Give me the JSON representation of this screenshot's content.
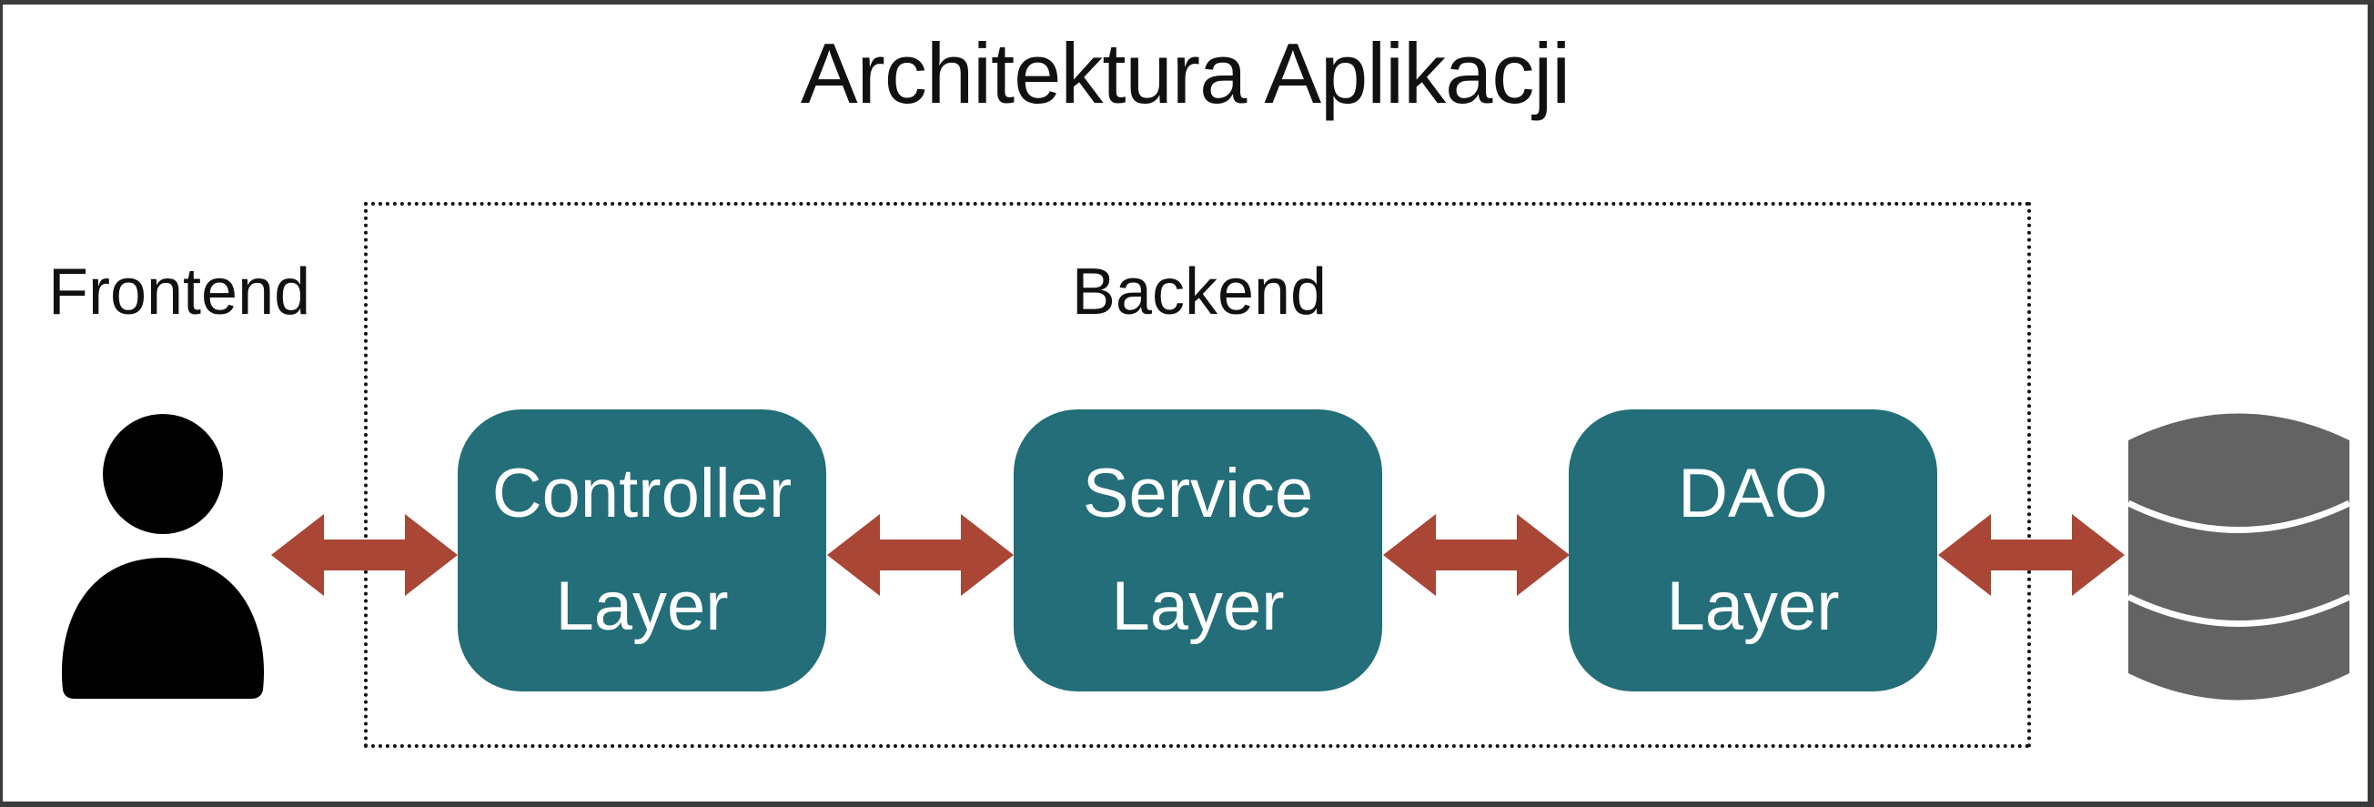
{
  "diagram": {
    "title": "Architektura Aplikacji",
    "frontend_label": "Frontend",
    "backend_label": "Backend",
    "layers": [
      {
        "line1": "Controller",
        "line2": "Layer"
      },
      {
        "line1": "Service",
        "line2": "Layer"
      },
      {
        "line1": "DAO",
        "line2": "Layer"
      }
    ],
    "icons": {
      "user": "user-icon",
      "database": "database-icon"
    },
    "colors": {
      "layer_fill": "#236e78",
      "arrow": "#a94636",
      "database": "#636363",
      "user": "#000000"
    }
  }
}
